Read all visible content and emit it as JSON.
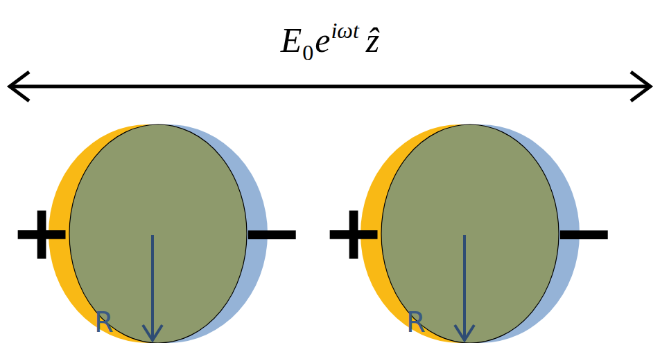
{
  "diagram": {
    "labels": [
      "E",
      "0",
      "e",
      "iωt",
      "ẑ",
      "+",
      "−",
      "R",
      "+",
      "−",
      "R"
    ]
  }
}
